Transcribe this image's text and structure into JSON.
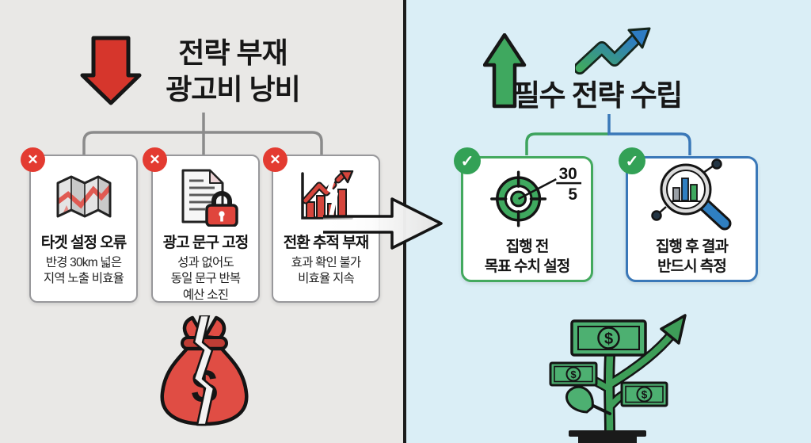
{
  "left_panel": {
    "background": "#e9e8e6",
    "title_line1": "전략 부재",
    "title_line2": "광고비 낭비",
    "badge_glyph": "✕",
    "cards": [
      {
        "title": "타겟 설정 오류",
        "line1": "반경 30km 넓은",
        "line2": "지역 노출 비효율"
      },
      {
        "title": "광고 문구 고정",
        "line1": "성과 없어도",
        "line2": "동일 문구 반복",
        "line3": "예산 소진"
      },
      {
        "title": "전환 추적 부재",
        "line1": "효과 확인 불가",
        "line2": "비효율 지속"
      }
    ],
    "money_bag": {
      "currency": "$"
    }
  },
  "right_panel": {
    "background": "#daeef6",
    "title": "필수 전략 수립",
    "badge_glyph": "✓",
    "cards": [
      {
        "title_line1": "집행 전",
        "title_line2": "목표 수치 설정",
        "goal_top": "30",
        "goal_bottom": "5"
      },
      {
        "title_line1": "집행 후 결과",
        "title_line2": "반드시 측정"
      }
    ],
    "money_plant": {
      "bill1": "$",
      "bill2": "$",
      "bill3": "$"
    }
  },
  "colors": {
    "negative_red": "#d6362c",
    "badge_red": "#e33b31",
    "positive_green": "#33a156",
    "accent_blue": "#3a78b8",
    "card_border_gray": "#98989b",
    "connector_gray": "#8b8b8b",
    "divider_black": "#1c1c1c"
  }
}
